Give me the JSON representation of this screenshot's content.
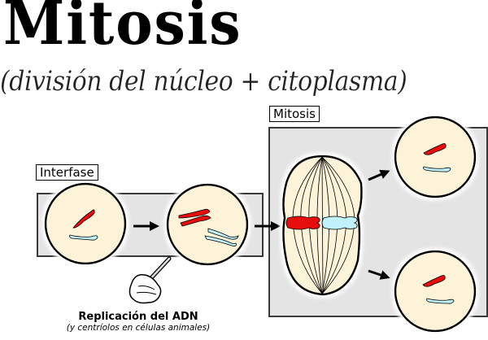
{
  "title": "Mitosis",
  "subtitle": "(división del núcleo + citoplasma)",
  "stages": {
    "interphase": {
      "label": "Interfase"
    },
    "mitosis": {
      "label": "Mitosis"
    }
  },
  "annotation": {
    "main": "Replicación del ADN",
    "sub": "(y centríolos en células animales)"
  },
  "icons": {
    "hand": "pointing-hand-with-pen",
    "arrow": "right-arrow"
  },
  "colors": {
    "chromosome_red": "#e8110f",
    "chromosome_blue": "#bff2fa",
    "cell_fill": "#fdf3d9",
    "panel_fill": "#e4e4e4",
    "outline": "#000000"
  }
}
